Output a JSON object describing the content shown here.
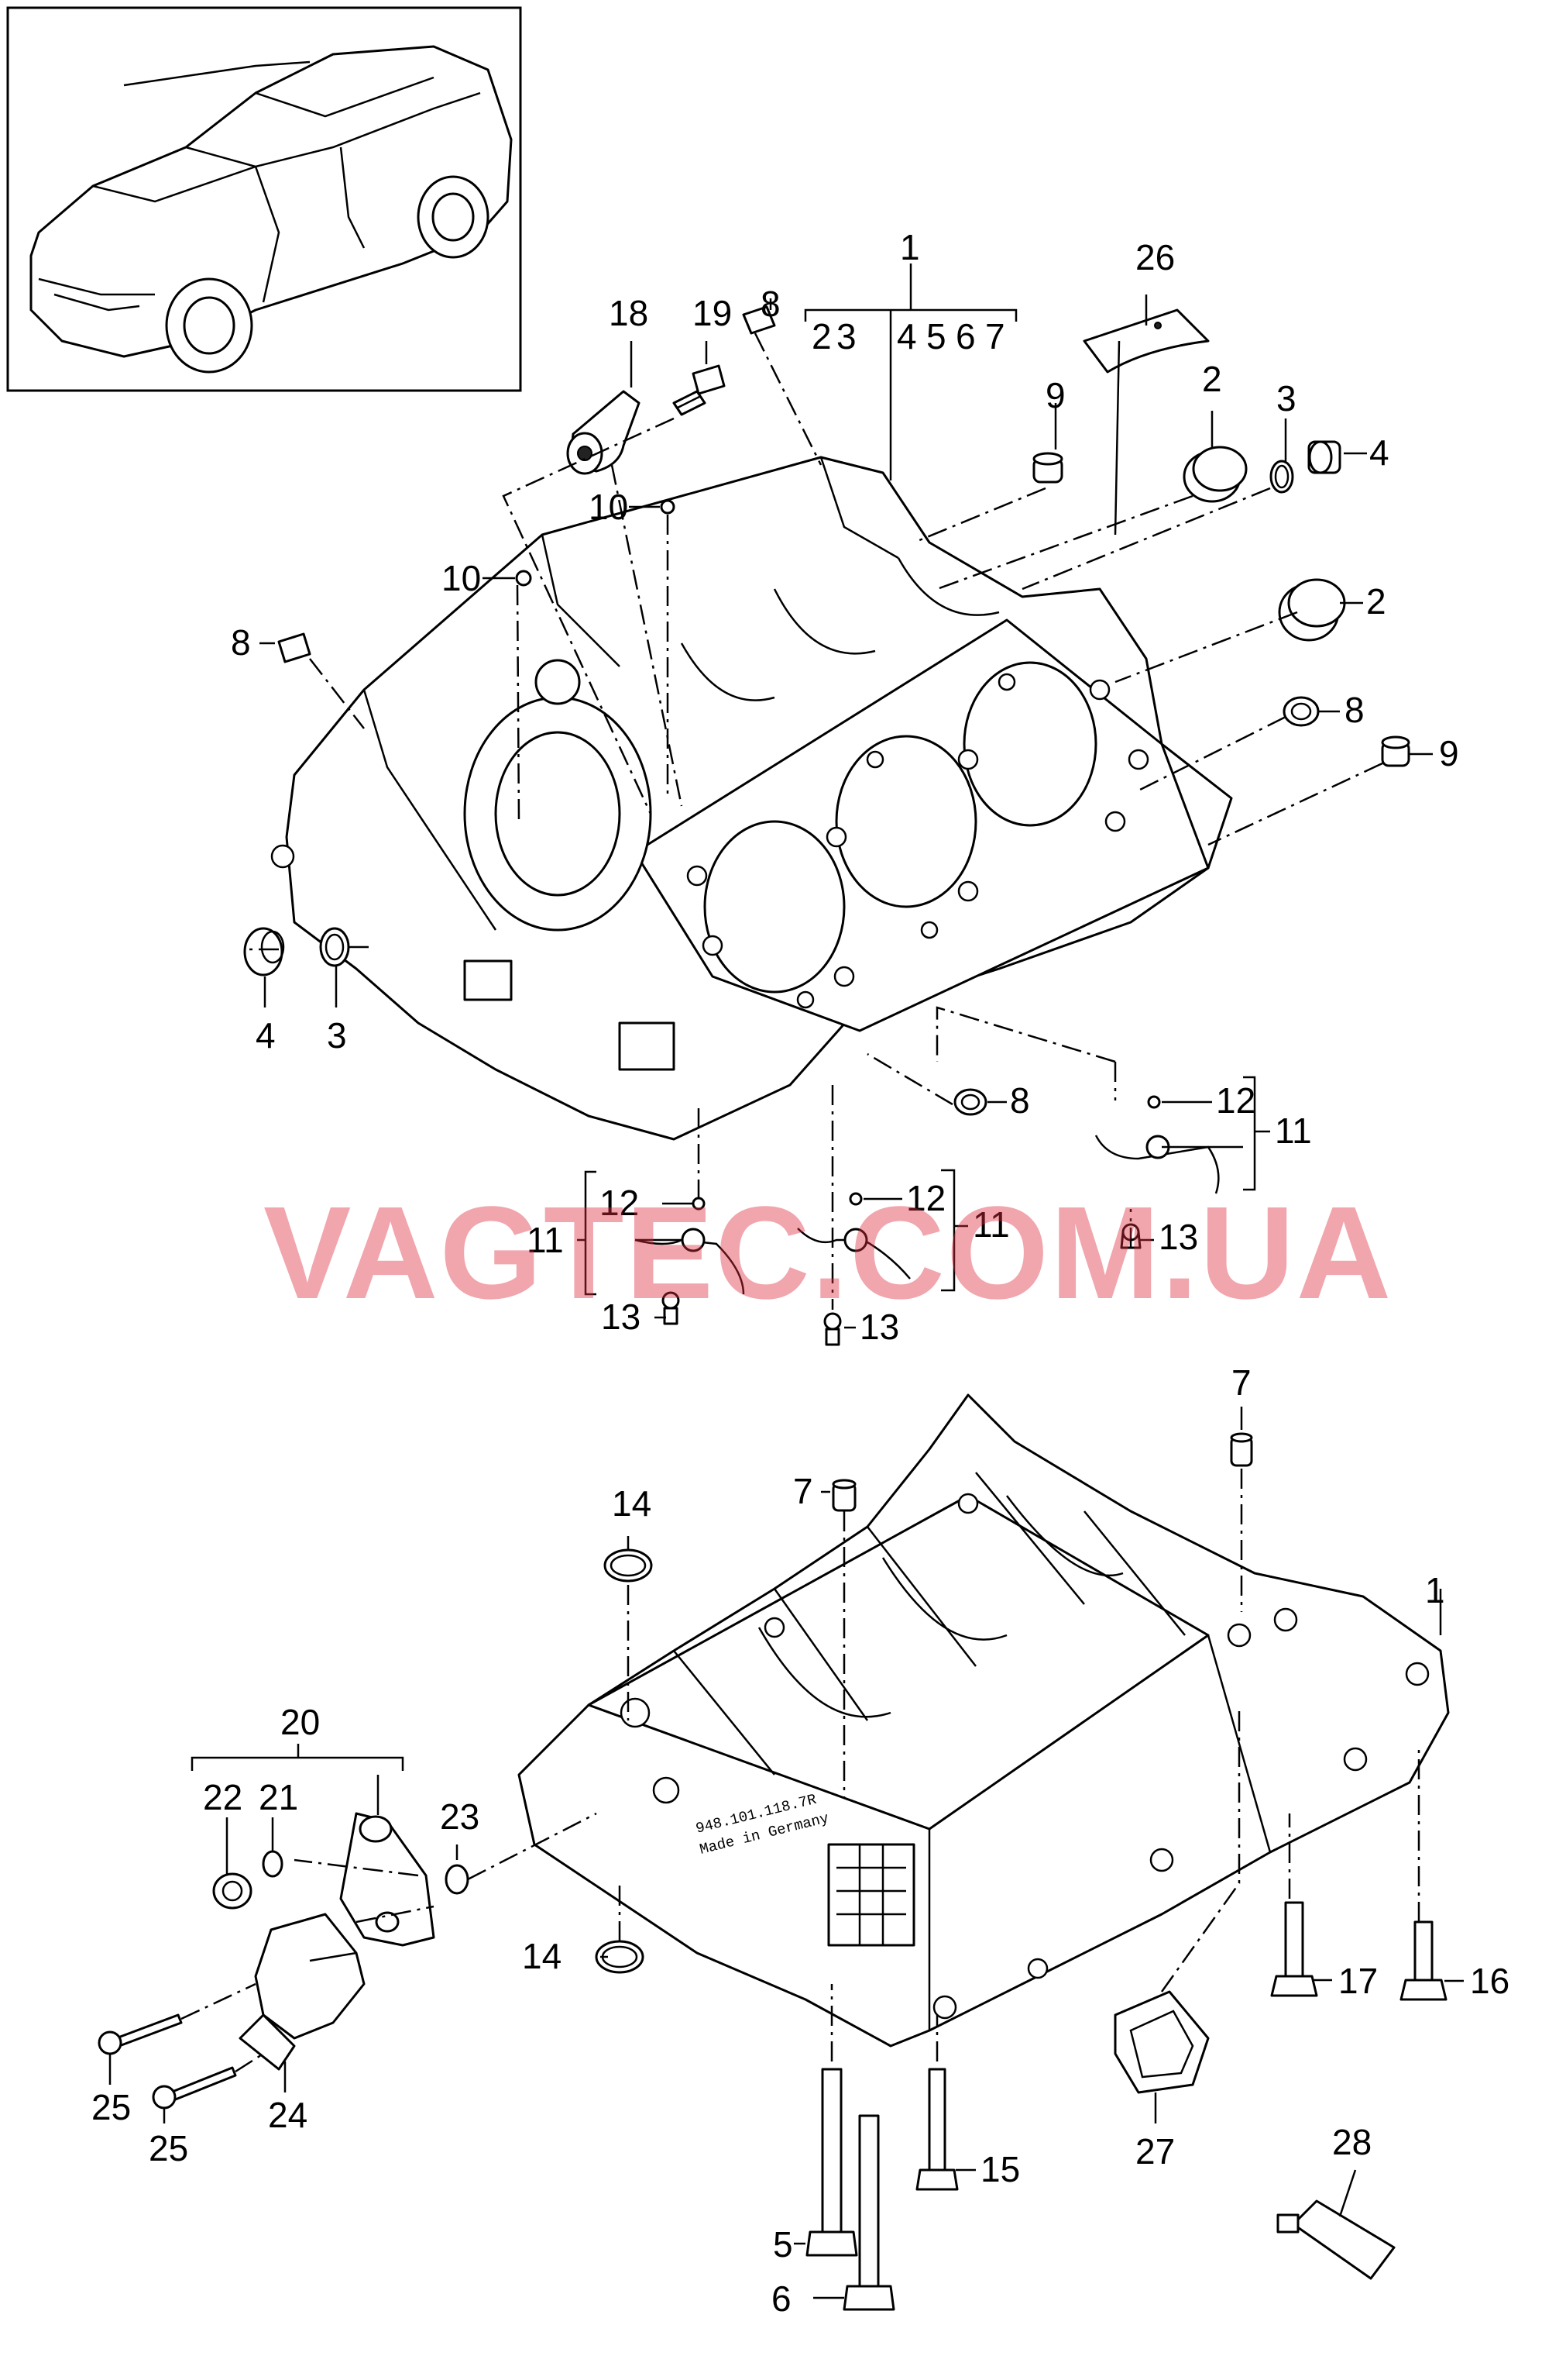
{
  "watermark": "VAGTEC.COM.UA",
  "labels": {
    "l1_top": "1",
    "group_1_a": "2",
    "group_1_b": "3",
    "group_1_c": "4",
    "group_1_d": "5",
    "group_1_e": "6",
    "group_1_f": "7",
    "l26": "26",
    "l18": "18",
    "l19": "19",
    "l8_top": "8",
    "l9_top": "9",
    "l2_top": "2",
    "l3_top": "3",
    "l4_top": "4",
    "l10_a": "10",
    "l10_b": "10",
    "l8_left": "8",
    "l2_mid": "2",
    "l8_right": "8",
    "l9_right": "9",
    "l4_bottom": "4",
    "l3_bottom": "3",
    "l8_low": "8",
    "l12_right": "12",
    "l11_right": "11",
    "l13_right": "13",
    "l12_left": "12",
    "l11_left": "11",
    "l13_left": "13",
    "l12_mid": "12",
    "l11_mid": "11",
    "l13_mid": "13",
    "l7_a": "7",
    "l7_b": "7",
    "l14_top": "14",
    "l1_lower": "1",
    "l20": "20",
    "l22": "22",
    "l21": "21",
    "l23": "23",
    "l14_bottom": "14",
    "l17": "17",
    "l16": "16",
    "l25_a": "25",
    "l25_b": "25",
    "l24": "24",
    "l5": "5",
    "l15": "15",
    "l27": "27",
    "l28": "28",
    "l6": "6"
  },
  "casting_text": {
    "line1": "948.101.118.7R",
    "line2": "Made in Germany"
  }
}
